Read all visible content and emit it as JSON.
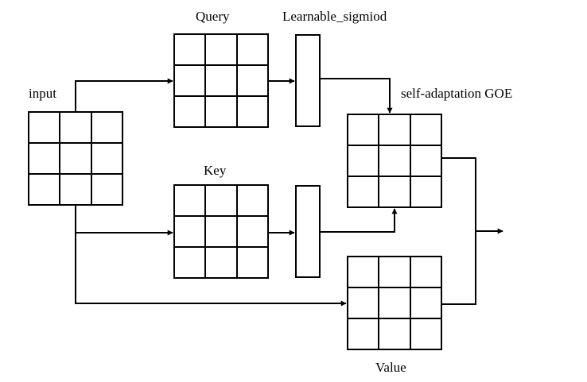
{
  "labels": {
    "input": "input",
    "query": "Query",
    "learnable_sigmoid": "Learnable_sigmiod",
    "goe": "self-adaptation GOE",
    "key": "Key",
    "value": "Value"
  },
  "colors": {
    "input_top": "#f4f4f4",
    "input_bottom": "#8c8c8c",
    "query_top": "#fffcf0",
    "query_bottom": "#fbd679",
    "key_top": "#9cc46a",
    "key_bottom": "#ffffff",
    "goe_top": "#f6fbfd",
    "goe_bottom": "#99cfe2",
    "value_top": "#dea7a6",
    "value_bottom": "#f2d2d2",
    "sigmoid_top": "#000000",
    "sigmoid_bottom": "#ffffff"
  }
}
